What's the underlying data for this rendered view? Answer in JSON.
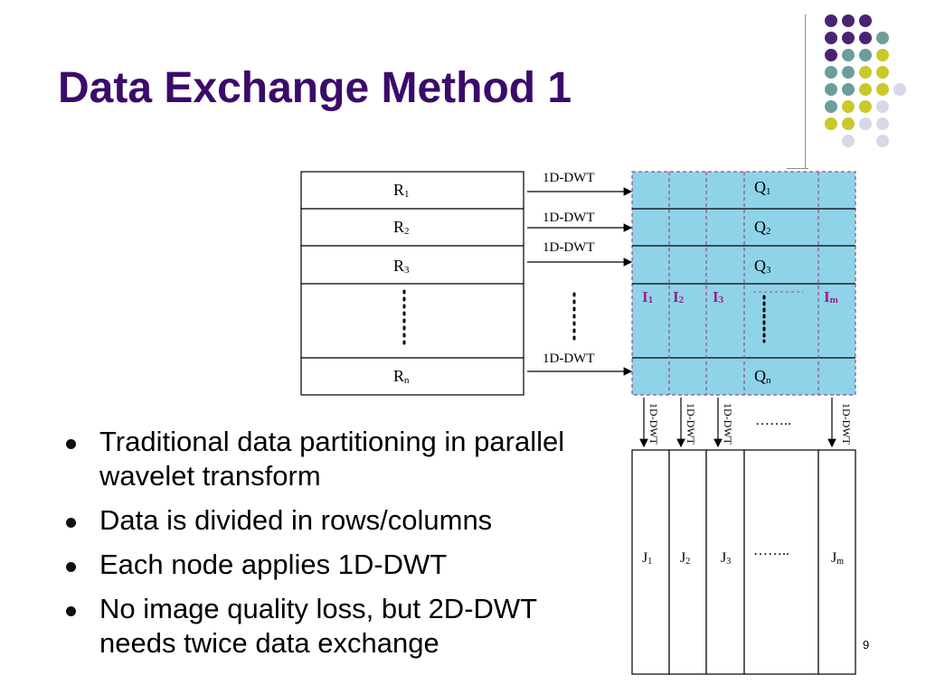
{
  "slide": {
    "title": "Data Exchange Method 1",
    "bullets": [
      "Traditional data partitioning in parallel wavelet transform",
      "Data is divided in rows/columns",
      "Each node applies 1D-DWT",
      "No image quality loss, but 2D-DWT needs twice data exchange"
    ],
    "page_number": "9"
  },
  "diagram": {
    "rows": [
      {
        "letter": "R",
        "sub": "1",
        "arrow": "1D-DWT",
        "q_letter": "Q",
        "q_sub": "1"
      },
      {
        "letter": "R",
        "sub": "2",
        "arrow": "1D-DWT",
        "q_letter": "Q",
        "q_sub": "2"
      },
      {
        "letter": "R",
        "sub": "3",
        "arrow": "1D-DWT",
        "q_letter": "Q",
        "q_sub": "3"
      },
      {
        "letter": "R",
        "sub": "n",
        "arrow": "1D-DWT",
        "q_letter": "Q",
        "q_sub": "n"
      }
    ],
    "columns": [
      {
        "i_letter": "I",
        "i_sub": "1",
        "arrow": "1D-DWT",
        "j_letter": "J",
        "j_sub": "1"
      },
      {
        "i_letter": "I",
        "i_sub": "2",
        "arrow": "1D-DWT",
        "j_letter": "J",
        "j_sub": "2"
      },
      {
        "i_letter": "I",
        "i_sub": "3",
        "arrow": "1D-DWT",
        "j_letter": "J",
        "j_sub": "3"
      },
      {
        "i_letter": "I",
        "i_sub": "m",
        "arrow": "1D-DWT",
        "j_letter": "J",
        "j_sub": "m"
      }
    ],
    "ellipsis": "……..",
    "colors": {
      "grid_fill": "#8fd3e8",
      "column_label": "#9b1f8a",
      "border": "#000000",
      "dashed": "#a04a8a"
    }
  },
  "decor_colors": [
    "#4a2472",
    "#6b9e9a",
    "#c9c92a",
    "#d8d8ea"
  ]
}
